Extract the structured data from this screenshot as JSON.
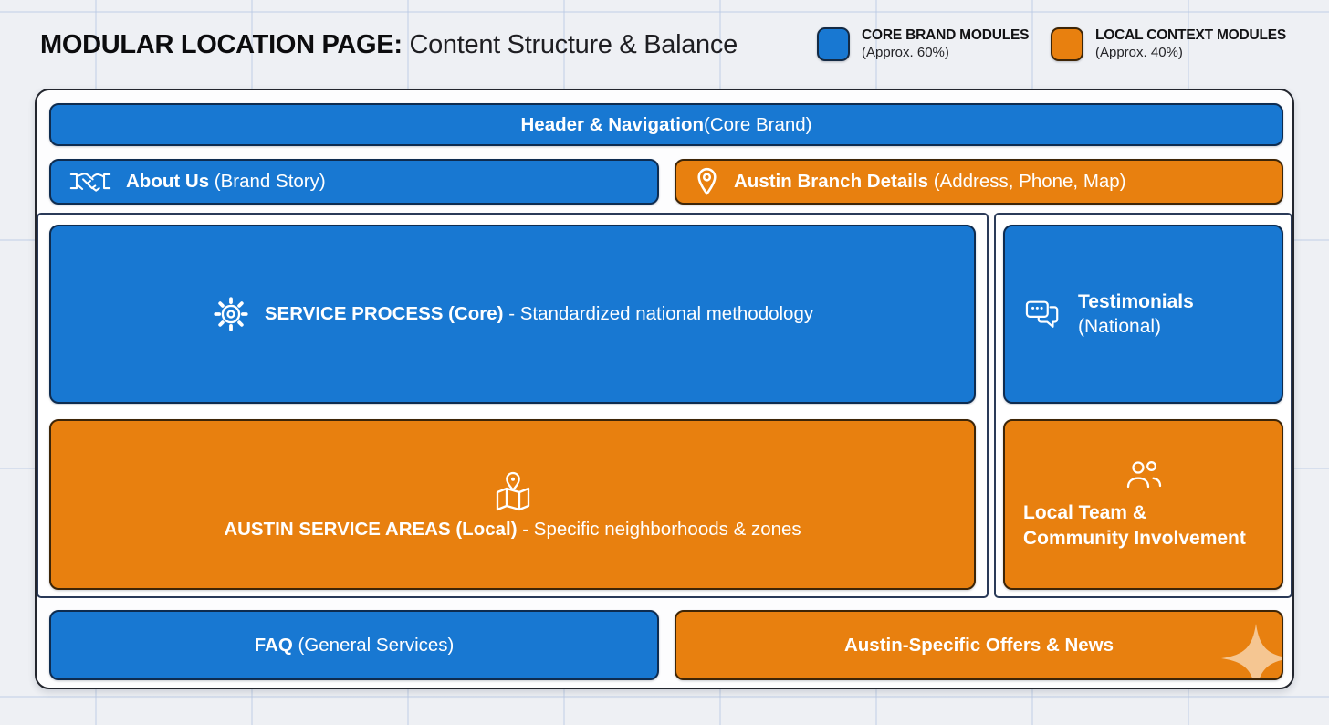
{
  "title": {
    "bold": "MODULAR LOCATION PAGE:",
    "regular": " Content Structure & Balance"
  },
  "legend": {
    "core": {
      "label": "CORE BRAND MODULES",
      "sub": "(Approx. 60%)",
      "color": "#1878d2"
    },
    "local": {
      "label": "LOCAL CONTEXT MODULES",
      "sub": "(Approx. 40%)",
      "color": "#e8800f"
    }
  },
  "colors": {
    "core_fill": "#1878d2",
    "core_border": "#0e2c50",
    "local_fill": "#e8800f",
    "local_border": "#3d2507",
    "board_bg": "#fdfdfe",
    "page_bg": "#eef0f4"
  },
  "modules": {
    "header": {
      "bold": "Header & Navigation",
      "regular": " (Core Brand)",
      "type": "core"
    },
    "about": {
      "bold": "About Us",
      "regular": " (Brand Story)",
      "type": "core",
      "icon": "handshake"
    },
    "branch": {
      "bold": "Austin Branch Details",
      "regular": " (Address, Phone, Map)",
      "type": "local",
      "icon": "location-pin"
    },
    "service_process": {
      "bold": "SERVICE PROCESS (Core)",
      "regular": " - Standardized national methodology",
      "type": "core",
      "icon": "gear"
    },
    "service_areas": {
      "bold": "AUSTIN SERVICE AREAS (Local)",
      "regular": " - Specific neighborhoods & zones",
      "type": "local",
      "icon": "map-pin"
    },
    "testimonials": {
      "bold": "Testimonials",
      "regular": "(National)",
      "type": "core",
      "icon": "chat-bubbles"
    },
    "local_team": {
      "line1": "Local Team &",
      "line2": "Community Involvement",
      "type": "local",
      "icon": "people-group"
    },
    "faq": {
      "bold": "FAQ",
      "regular": " (General Services)",
      "type": "core"
    },
    "offers": {
      "bold": "Austin-Specific Offers & News",
      "type": "local"
    }
  }
}
